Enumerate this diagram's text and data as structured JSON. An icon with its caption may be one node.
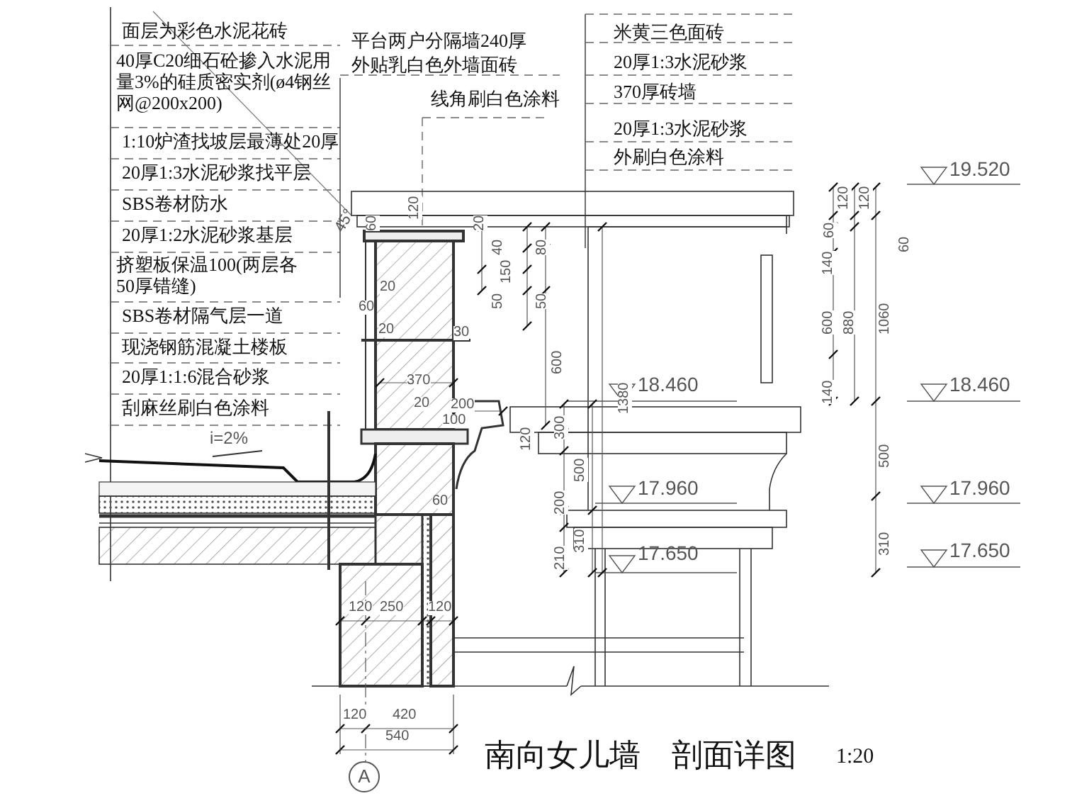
{
  "diagram": {
    "title": "南向女儿墙　剖面详图",
    "nodes": [
      {
        "text": [
          "A"
        ]
      }
    ],
    "edges": [],
    "labels": [
      "面层为彩色水泥花砖",
      "40厚C20细石砼掺入水泥用量3%的硅质密实剂(ø4钢丝网@200x200)",
      "1:10炉渣找坡层最薄处20厚",
      "20厚1:3水泥砂浆找平层",
      "SBS卷材防水",
      "20厚1:2水泥砂浆基层",
      "挤塑板保温100(两层各50厚错缝)",
      "SBS卷材隔气层一道",
      "现浇钢筋混凝土楼板",
      "20厚1:1:6混合砂浆",
      "刮麻丝刷白色涂料",
      "平台两户分隔墙240厚",
      "外贴乳白色外墙面砖",
      "线角刷白色涂料",
      "米黄三色面砖",
      "20厚1:3水泥砂浆",
      "370厚砖墙",
      "20厚1:3水泥砂浆",
      "外刷白色涂料",
      "19.520",
      "18.460",
      "18.460",
      "17.960",
      "17.960",
      "17.650",
      "17.650",
      "i=2%",
      "45°",
      "1:20",
      "120",
      "60",
      "20",
      "40",
      "80",
      "150",
      "50",
      "50",
      "20",
      "60",
      "20",
      "30",
      "600",
      "370",
      "20",
      "1380",
      "200",
      "100",
      "120",
      "300",
      "500",
      "200",
      "310",
      "210",
      "60",
      "120",
      "120",
      "60",
      "60",
      "140",
      "600",
      "880",
      "1060",
      "140",
      "500",
      "310",
      "120",
      "250",
      "120",
      "120",
      "420",
      "540"
    ]
  }
}
